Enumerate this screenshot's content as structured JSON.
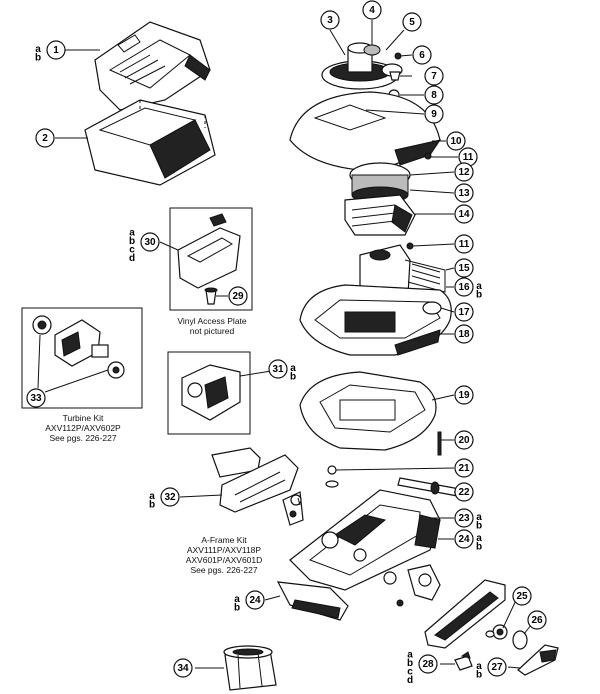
{
  "callouts": [
    {
      "id": "1",
      "subs": [
        "a",
        "b"
      ]
    },
    {
      "id": "2",
      "subs": []
    },
    {
      "id": "3",
      "subs": []
    },
    {
      "id": "4",
      "subs": []
    },
    {
      "id": "5",
      "subs": []
    },
    {
      "id": "6",
      "subs": []
    },
    {
      "id": "7",
      "subs": []
    },
    {
      "id": "8",
      "subs": []
    },
    {
      "id": "9",
      "subs": []
    },
    {
      "id": "10",
      "subs": []
    },
    {
      "id": "11",
      "subs": []
    },
    {
      "id": "12",
      "subs": []
    },
    {
      "id": "13",
      "subs": []
    },
    {
      "id": "14",
      "subs": []
    },
    {
      "id": "11b",
      "label": "11",
      "subs": []
    },
    {
      "id": "15",
      "subs": []
    },
    {
      "id": "16",
      "subs": [
        "a",
        "b"
      ]
    },
    {
      "id": "17",
      "subs": []
    },
    {
      "id": "18",
      "subs": []
    },
    {
      "id": "19",
      "subs": []
    },
    {
      "id": "20",
      "subs": []
    },
    {
      "id": "21",
      "subs": []
    },
    {
      "id": "22",
      "subs": []
    },
    {
      "id": "23",
      "subs": [
        "a",
        "b"
      ]
    },
    {
      "id": "24",
      "subs": [
        "a",
        "b"
      ]
    },
    {
      "id": "24b",
      "label": "24",
      "subs": [
        "a",
        "b"
      ]
    },
    {
      "id": "25",
      "subs": []
    },
    {
      "id": "26",
      "subs": []
    },
    {
      "id": "27",
      "subs": [
        "a",
        "b"
      ]
    },
    {
      "id": "28",
      "subs": [
        "a",
        "b",
        "c",
        "d"
      ]
    },
    {
      "id": "29",
      "subs": []
    },
    {
      "id": "30",
      "subs": [
        "a",
        "b",
        "c",
        "d"
      ]
    },
    {
      "id": "31",
      "subs": [
        "a",
        "b"
      ]
    },
    {
      "id": "32",
      "subs": [
        "a",
        "b"
      ]
    },
    {
      "id": "33",
      "subs": []
    },
    {
      "id": "34",
      "subs": []
    }
  ],
  "captions": {
    "vinyl": [
      "Vinyl Access Plate",
      "not pictured"
    ],
    "turbine": [
      "Turbine Kit",
      "AXV112P/AXV602P",
      "See pgs. 226-227"
    ],
    "aframe": [
      "A-Frame Kit",
      "AXV111P/AXV118P",
      "AXV601P/AXV601D",
      "See pgs. 226-227"
    ]
  }
}
